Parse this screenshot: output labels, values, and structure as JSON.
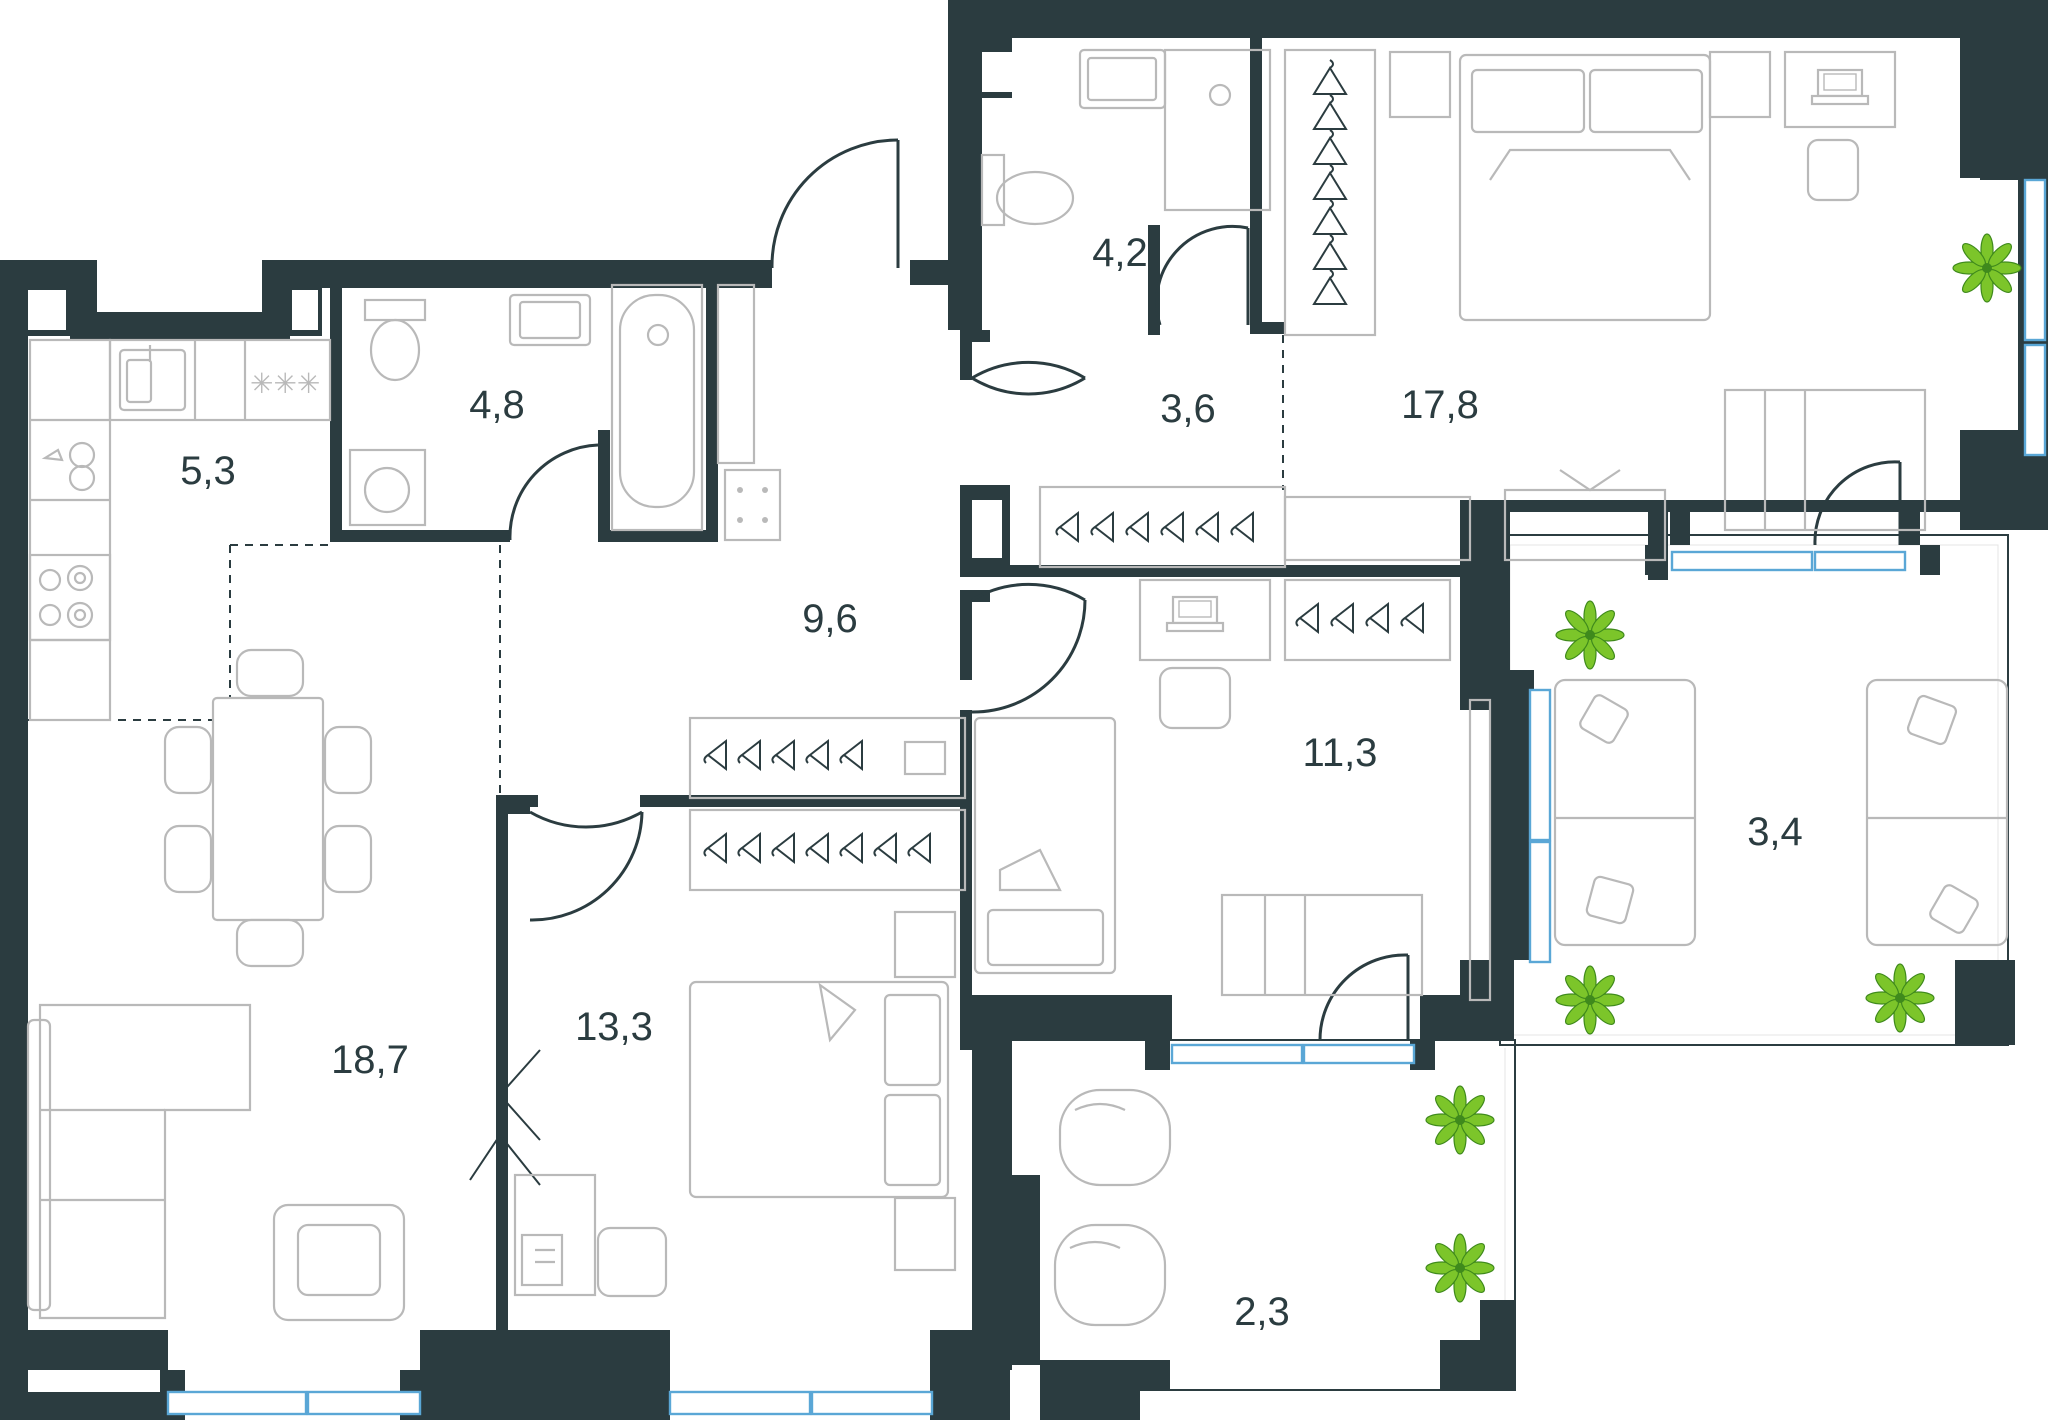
{
  "colors": {
    "wall": "#2b3c40",
    "furniture": "#b9b9b9",
    "window": "#5aa7d6",
    "plant": "#7cc52a",
    "label": "#2b3c40",
    "background": "#ffffff"
  },
  "rooms": [
    {
      "id": "kitchen",
      "area": "5,3"
    },
    {
      "id": "bathroom",
      "area": "4,8"
    },
    {
      "id": "hall",
      "area": "9,6"
    },
    {
      "id": "wc",
      "area": "4,2"
    },
    {
      "id": "corridor",
      "area": "3,6"
    },
    {
      "id": "master-bedroom",
      "area": "17,8"
    },
    {
      "id": "living-room",
      "area": "18,7"
    },
    {
      "id": "bedroom-2",
      "area": "13,3"
    },
    {
      "id": "bedroom-3",
      "area": "11,3"
    },
    {
      "id": "balcony-east",
      "area": "3,4"
    },
    {
      "id": "balcony-south",
      "area": "2,3"
    }
  ],
  "icons": [
    "sofa-icon",
    "armchair-icon",
    "dining-table-icon",
    "bed-icon",
    "desk-icon",
    "laptop-icon",
    "toilet-icon",
    "sink-icon",
    "bathtub-icon",
    "shower-icon",
    "washing-machine-icon",
    "stove-icon",
    "wardrobe-icon",
    "plant-icon",
    "door-icon",
    "window-icon"
  ]
}
